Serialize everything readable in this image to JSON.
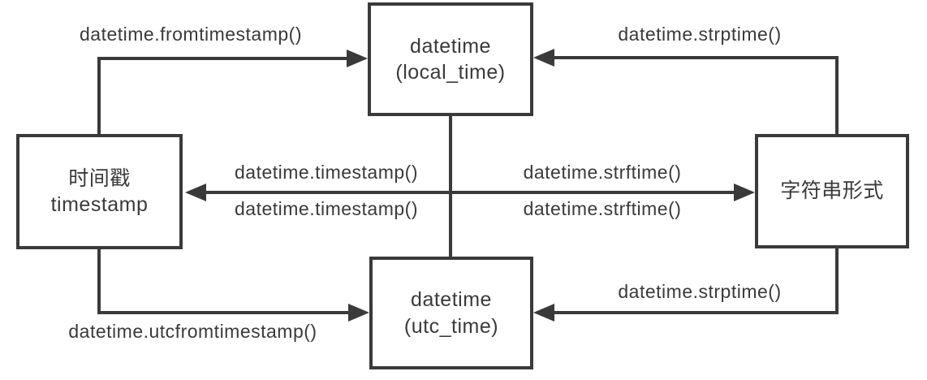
{
  "colors": {
    "line": "#3a3a3a",
    "background": "#ffffff",
    "box_fill": "#ffffff"
  },
  "nodes": {
    "local_time": {
      "line1": "datetime",
      "line2": "(local_time)"
    },
    "utc_time": {
      "line1": "datetime",
      "line2": "(utc_time)"
    },
    "timestamp": {
      "line1": "时间戳",
      "line2": "timestamp"
    },
    "string_format": {
      "label": "字符串形式"
    }
  },
  "edges": {
    "fromtimestamp": {
      "label": "datetime.fromtimestamp()"
    },
    "strptime_to_local": {
      "label": "datetime.strptime()"
    },
    "timestamp_upper": {
      "label": "datetime.timestamp()"
    },
    "timestamp_lower": {
      "label": "datetime.timestamp()"
    },
    "strftime_upper": {
      "label": "datetime.strftime()"
    },
    "strftime_lower": {
      "label": "datetime.strftime()"
    },
    "utcfromtimestamp": {
      "label": "datetime.utcfromtimestamp()"
    },
    "strptime_to_utc": {
      "label": "datetime.strptime()"
    }
  }
}
